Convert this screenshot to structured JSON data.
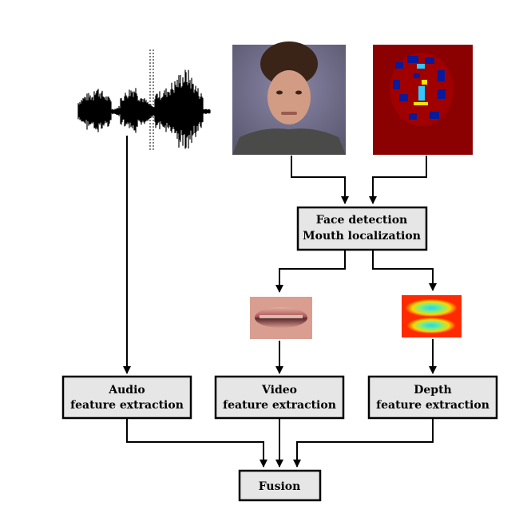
{
  "nodes": {
    "face_detection": {
      "lines": [
        "Face detection",
        "Mouth localization"
      ]
    },
    "audio_extraction": {
      "lines": [
        "Audio",
        "feature extraction"
      ]
    },
    "video_extraction": {
      "lines": [
        "Video",
        "feature extraction"
      ]
    },
    "depth_extraction": {
      "lines": [
        "Depth",
        "feature extraction"
      ]
    },
    "fusion": {
      "lines": [
        "Fusion"
      ]
    }
  },
  "images": {
    "audio_waveform": {
      "icon": "audio-waveform",
      "color": "#000000"
    },
    "rgb_face": {
      "icon": "face-photo"
    },
    "depth_map": {
      "icon": "depth-heatmap",
      "background": "#8b0000"
    },
    "mouth_rgb": {
      "icon": "mouth-crop"
    },
    "mouth_depth": {
      "icon": "mouth-depth-heatmap"
    }
  },
  "colors": {
    "box_fill": "#e6e6e6",
    "stroke": "#000000"
  }
}
